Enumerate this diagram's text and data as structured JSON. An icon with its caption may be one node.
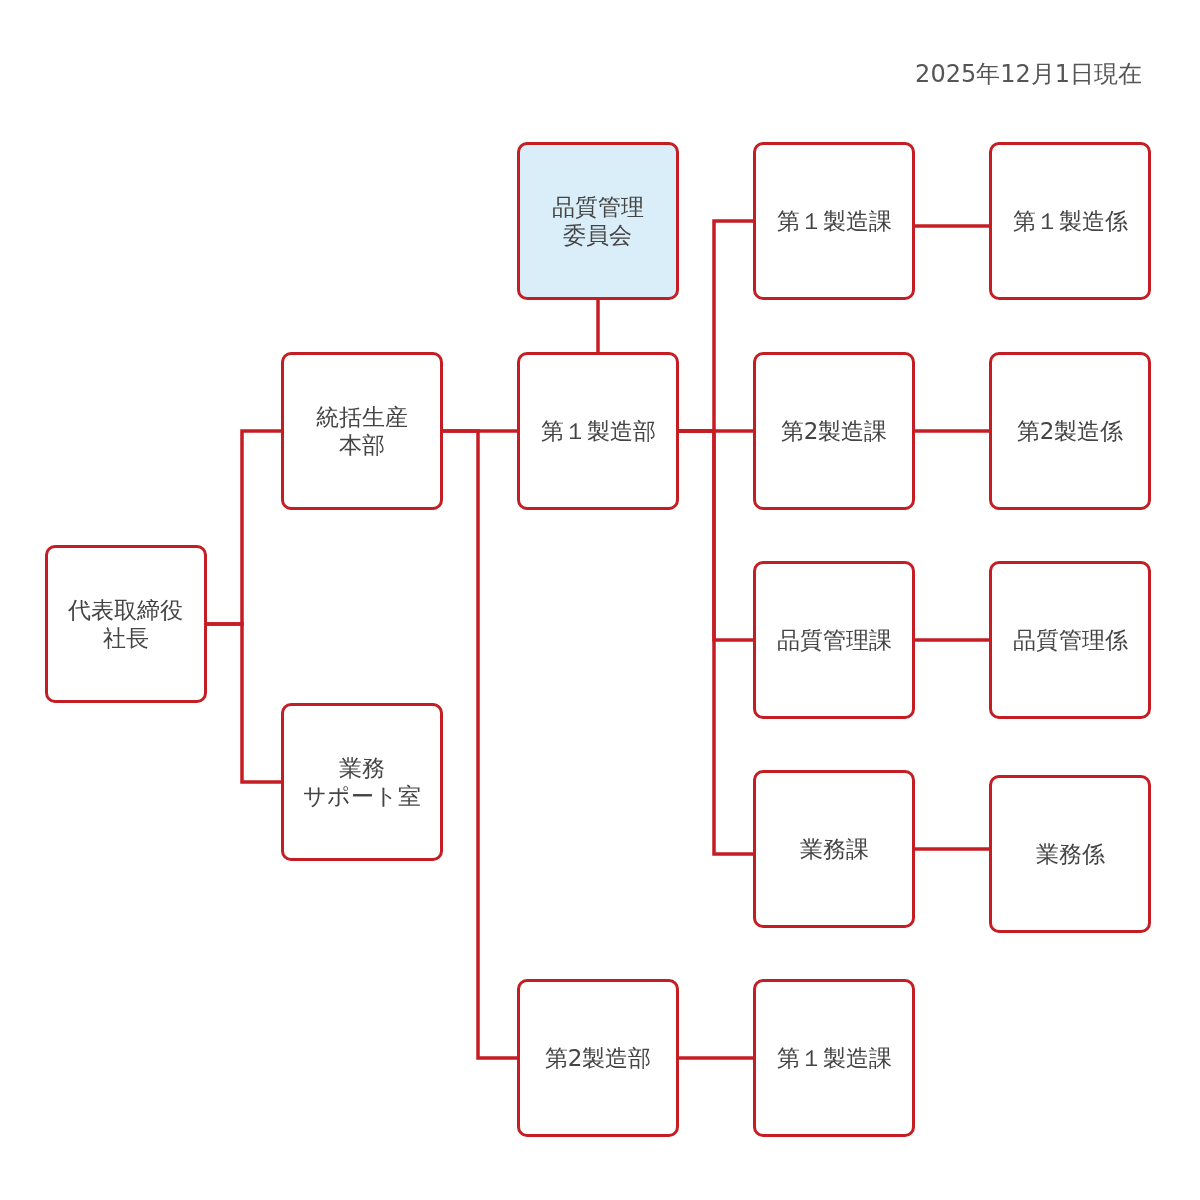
{
  "diagram": {
    "nodes": [
      {
        "text": [
          "代表取締役社長"
        ]
      },
      {
        "text": [
          "統括生産本部"
        ]
      },
      {
        "text": [
          "業務サポート室"
        ]
      },
      {
        "text": [
          "品質管理委員会"
        ]
      },
      {
        "text": [
          "第１製造部"
        ]
      },
      {
        "text": [
          "第１製造課"
        ]
      },
      {
        "text": [
          "第１製造係"
        ]
      },
      {
        "text": [
          "第2製造課"
        ]
      },
      {
        "text": [
          "第2製造係"
        ]
      },
      {
        "text": [
          "品質管理課"
        ]
      },
      {
        "text": [
          "品質管理係"
        ]
      },
      {
        "text": [
          "業務課"
        ]
      },
      {
        "text": [
          "業務係"
        ]
      },
      {
        "text": [
          "第2製造部"
        ]
      },
      {
        "text": [
          "第１製造課"
        ]
      }
    ],
    "edges": [
      {
        "from": 0,
        "to": 1,
        "arrow": "none"
      },
      {
        "from": 0,
        "to": 2,
        "arrow": "none"
      },
      {
        "from": 1,
        "to": 4,
        "arrow": "none"
      },
      {
        "from": 1,
        "to": 13,
        "arrow": "none"
      },
      {
        "from": 3,
        "to": 4,
        "arrow": "none"
      },
      {
        "from": 4,
        "to": 5,
        "arrow": "none"
      },
      {
        "from": 4,
        "to": 7,
        "arrow": "none"
      },
      {
        "from": 4,
        "to": 9,
        "arrow": "none"
      },
      {
        "from": 4,
        "to": 11,
        "arrow": "none"
      },
      {
        "from": 5,
        "to": 6,
        "arrow": "none"
      },
      {
        "from": 7,
        "to": 8,
        "arrow": "none"
      },
      {
        "from": 9,
        "to": 10,
        "arrow": "none"
      },
      {
        "from": 11,
        "to": 12,
        "arrow": "none"
      },
      {
        "from": 13,
        "to": 14,
        "arrow": "none"
      }
    ],
    "labels": [
      "2025年12月1日現在"
    ]
  }
}
